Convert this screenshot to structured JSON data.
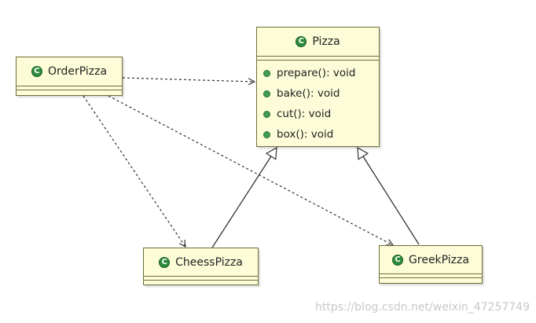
{
  "diagram": {
    "classes": {
      "pizza": {
        "name": "Pizza",
        "methods": [
          "prepare(): void",
          "bake(): void",
          "cut(): void",
          "box(): void"
        ]
      },
      "order_pizza": {
        "name": "OrderPizza"
      },
      "cheess_pizza": {
        "name": "CheessPizza"
      },
      "greek_pizza": {
        "name": "GreekPizza"
      }
    },
    "class_icon_letter": "C",
    "relations": [
      {
        "from": "OrderPizza",
        "to": "Pizza",
        "kind": "dependency"
      },
      {
        "from": "OrderPizza",
        "to": "CheessPizza",
        "kind": "dependency"
      },
      {
        "from": "OrderPizza",
        "to": "GreekPizza",
        "kind": "dependency"
      },
      {
        "from": "CheessPizza",
        "to": "Pizza",
        "kind": "generalization"
      },
      {
        "from": "GreekPizza",
        "to": "Pizza",
        "kind": "generalization"
      }
    ]
  },
  "colors": {
    "box_fill": "#fdfcd8",
    "box_border": "#6e6e3a",
    "icon_green": "#2c8c3a",
    "line": "#333333"
  },
  "watermark": "https://blog.csdn.net/weixin_47257749"
}
